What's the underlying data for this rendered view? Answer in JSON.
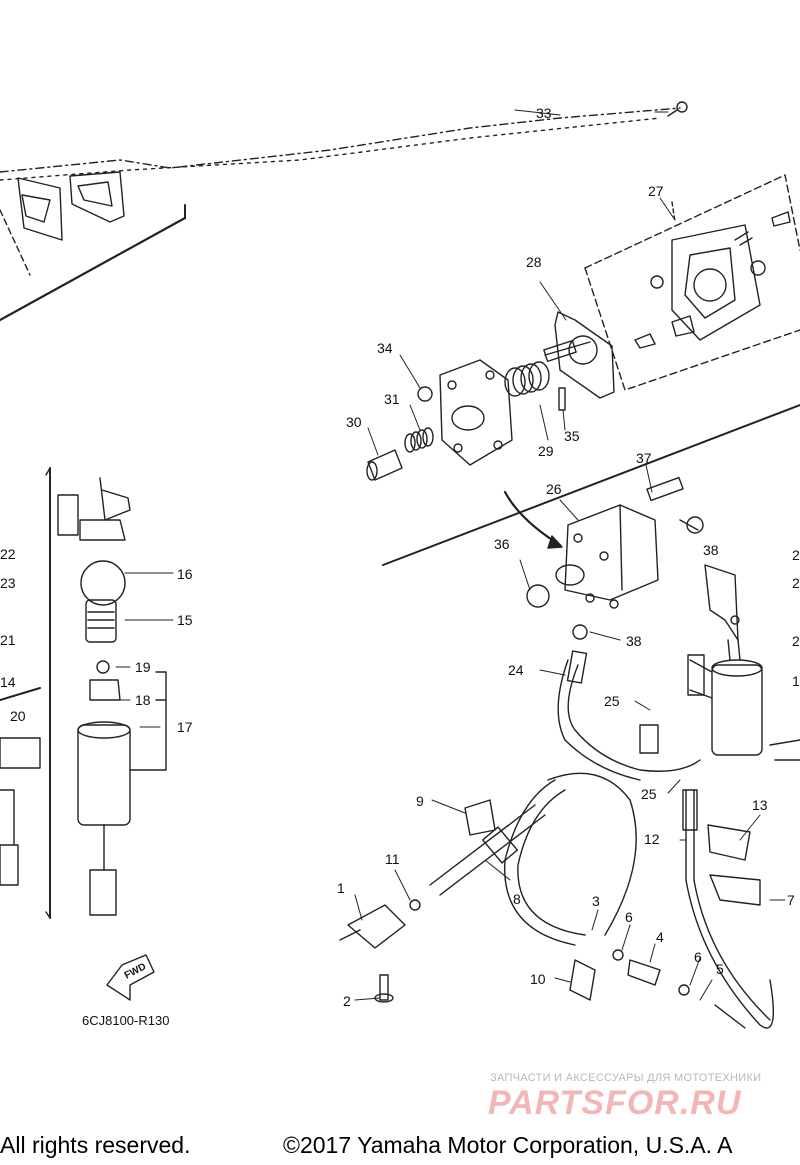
{
  "parts": [
    {
      "id": "p1",
      "label": "1"
    },
    {
      "id": "p2",
      "label": "2"
    },
    {
      "id": "p3",
      "label": "3"
    },
    {
      "id": "p4",
      "label": "4"
    },
    {
      "id": "p5",
      "label": "5"
    },
    {
      "id": "p6a",
      "label": "6"
    },
    {
      "id": "p6b",
      "label": "6"
    },
    {
      "id": "p7",
      "label": "7"
    },
    {
      "id": "p8",
      "label": "8"
    },
    {
      "id": "p9",
      "label": "9"
    },
    {
      "id": "p10",
      "label": "10"
    },
    {
      "id": "p11",
      "label": "11"
    },
    {
      "id": "p12",
      "label": "12"
    },
    {
      "id": "p13",
      "label": "13"
    },
    {
      "id": "p14",
      "label": "14"
    },
    {
      "id": "p15",
      "label": "15"
    },
    {
      "id": "p16",
      "label": "16"
    },
    {
      "id": "p17",
      "label": "17"
    },
    {
      "id": "p18",
      "label": "18"
    },
    {
      "id": "p19",
      "label": "19"
    },
    {
      "id": "p20",
      "label": "20"
    },
    {
      "id": "p21",
      "label": "21"
    },
    {
      "id": "p22",
      "label": "22"
    },
    {
      "id": "p23",
      "label": "23"
    },
    {
      "id": "p24",
      "label": "24"
    },
    {
      "id": "p25a",
      "label": "25"
    },
    {
      "id": "p25b",
      "label": "25"
    },
    {
      "id": "p26",
      "label": "26"
    },
    {
      "id": "p27",
      "label": "27"
    },
    {
      "id": "p28",
      "label": "28"
    },
    {
      "id": "p29",
      "label": "29"
    },
    {
      "id": "p30",
      "label": "30"
    },
    {
      "id": "p31",
      "label": "31"
    },
    {
      "id": "p33",
      "label": "33"
    },
    {
      "id": "p34",
      "label": "34"
    },
    {
      "id": "p35",
      "label": "35"
    },
    {
      "id": "p36",
      "label": "36"
    },
    {
      "id": "p37",
      "label": "37"
    },
    {
      "id": "p38a",
      "label": "38"
    },
    {
      "id": "p38b",
      "label": "38"
    },
    {
      "id": "p2r1",
      "label": "2"
    },
    {
      "id": "p2r2",
      "label": "2"
    },
    {
      "id": "p2r3",
      "label": "2"
    },
    {
      "id": "p1r",
      "label": "1"
    }
  ],
  "fwd_label": "FWD",
  "diagram_code": "6CJ8100-R130",
  "watermark": {
    "caption": "ЗАПЧАСТИ И АКСЕССУАРЫ ДЛЯ МОТОТЕХНИКИ",
    "logo": "PARTSFOR.RU"
  },
  "footer": {
    "left": "All rights reserved.",
    "right": "©2017 Yamaha Motor Corporation, U.S.A. A"
  }
}
